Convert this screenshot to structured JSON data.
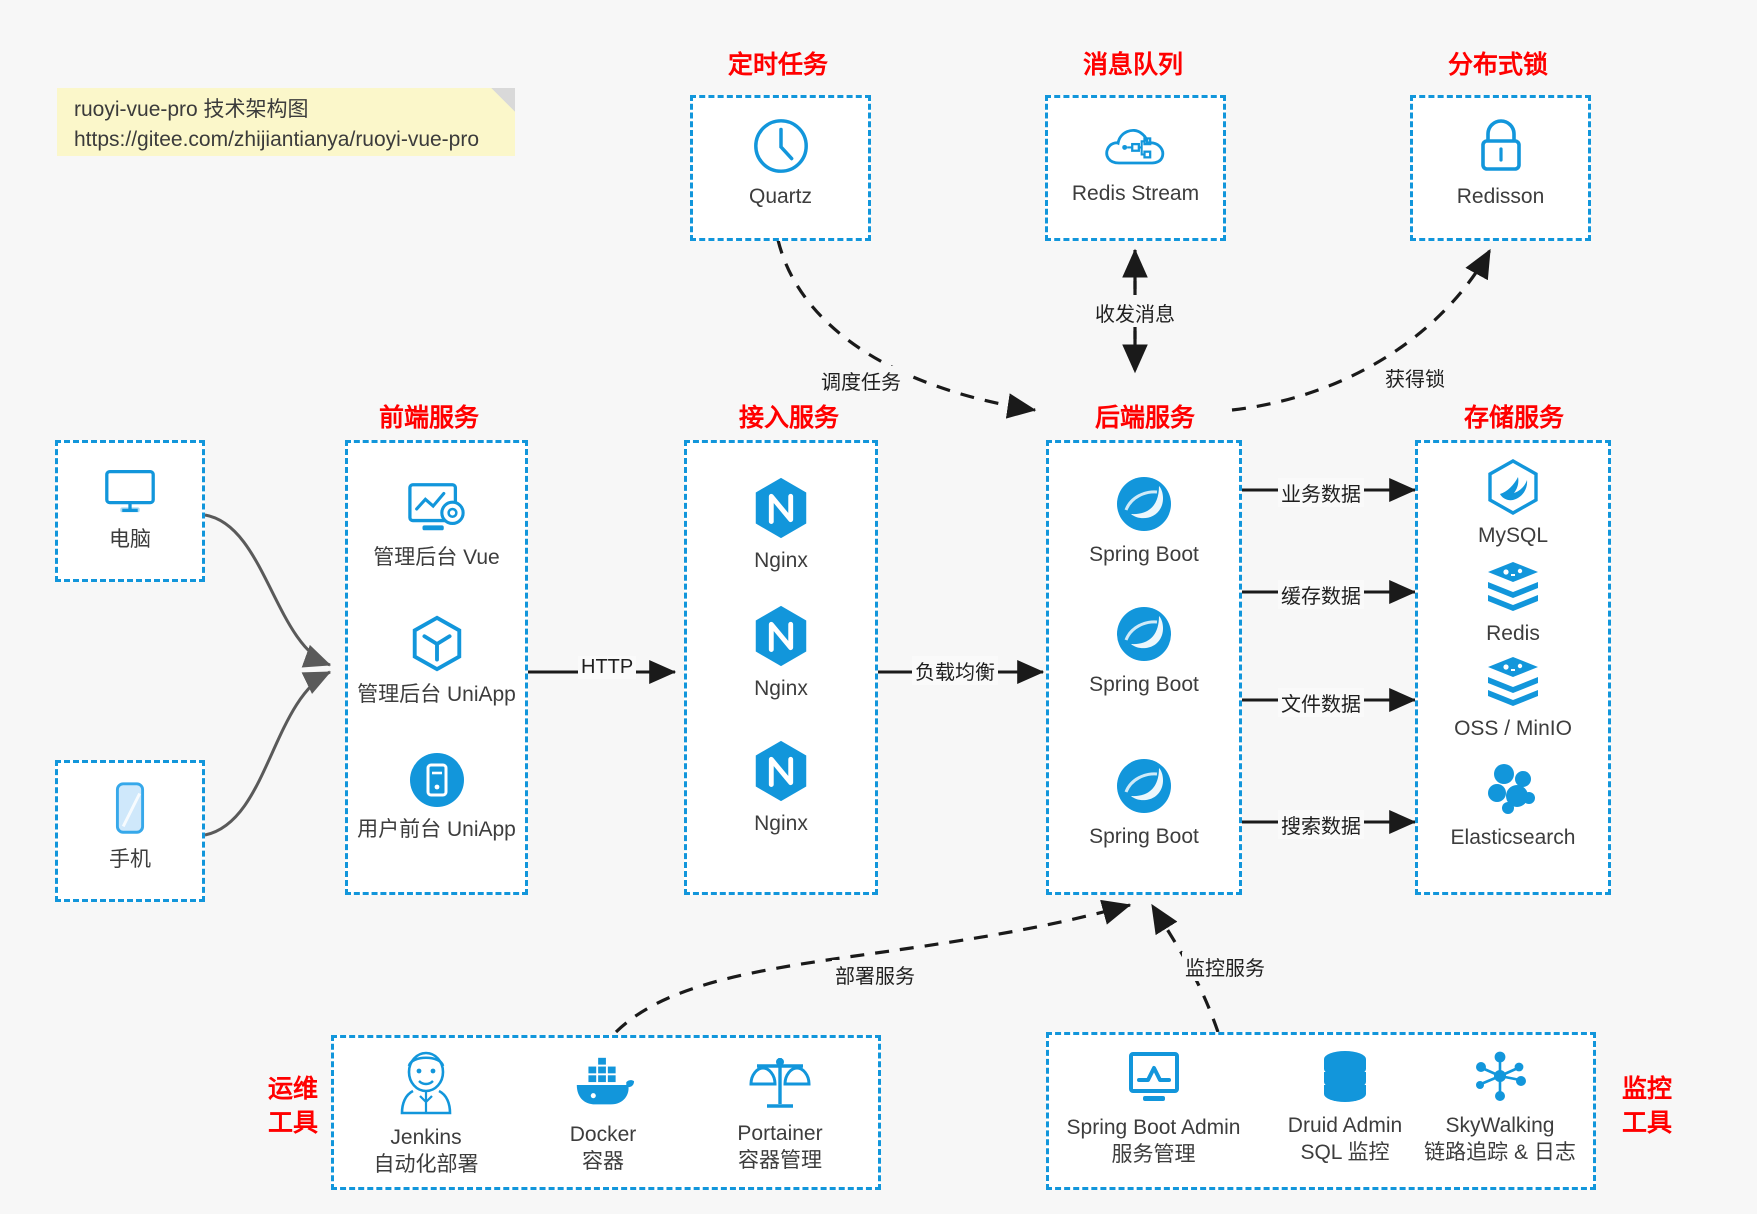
{
  "note": {
    "line1": "ruoyi-vue-pro 技术架构图",
    "line2": "https://gitee.com/zhijiantianya/ruoyi-vue-pro"
  },
  "colors": {
    "box_border": "#1296db",
    "group_title": "#ff0000",
    "icon_blue": "#1296db",
    "canvas": "#f7f7f7",
    "note_bg": "#fbf7ca"
  },
  "groups": {
    "scheduler": {
      "title": "定时任务",
      "nodes": [
        {
          "label": "Quartz",
          "icon": "clock-icon"
        }
      ]
    },
    "mq": {
      "title": "消息队列",
      "nodes": [
        {
          "label": "Redis Stream",
          "icon": "cloud-network-icon"
        }
      ]
    },
    "lock": {
      "title": "分布式锁",
      "nodes": [
        {
          "label": "Redisson",
          "icon": "lock-icon"
        }
      ]
    },
    "clients": {
      "pc": {
        "label": "电脑",
        "icon": "desktop-monitor-icon"
      },
      "mobile": {
        "label": "手机",
        "icon": "smartphone-icon"
      }
    },
    "frontend": {
      "title": "前端服务",
      "nodes": [
        {
          "label": "管理后台 Vue",
          "icon": "dashboard-gear-icon"
        },
        {
          "label": "管理后台 UniApp",
          "icon": "cube-hex-icon"
        },
        {
          "label": "用户前台 UniApp",
          "icon": "mobile-circle-icon"
        }
      ]
    },
    "gateway": {
      "title": "接入服务",
      "nodes": [
        {
          "label": "Nginx",
          "icon": "nginx-icon"
        },
        {
          "label": "Nginx",
          "icon": "nginx-icon"
        },
        {
          "label": "Nginx",
          "icon": "nginx-icon"
        }
      ]
    },
    "backend": {
      "title": "后端服务",
      "nodes": [
        {
          "label": "Spring Boot",
          "icon": "spring-leaf-icon"
        },
        {
          "label": "Spring Boot",
          "icon": "spring-leaf-icon"
        },
        {
          "label": "Spring Boot",
          "icon": "spring-leaf-icon"
        }
      ]
    },
    "storage": {
      "title": "存储服务",
      "nodes": [
        {
          "label": "MySQL",
          "icon": "mysql-dolphin-icon"
        },
        {
          "label": "Redis",
          "icon": "redis-stack-icon"
        },
        {
          "label": "OSS / MinIO",
          "icon": "redis-stack-icon"
        },
        {
          "label": "Elasticsearch",
          "icon": "elasticsearch-icon"
        }
      ]
    },
    "devops": {
      "title_line1": "运维",
      "title_line2": "工具",
      "nodes": [
        {
          "label": "Jenkins",
          "sub": "自动化部署",
          "icon": "jenkins-butler-icon"
        },
        {
          "label": "Docker",
          "sub": "容器",
          "icon": "docker-whale-icon"
        },
        {
          "label": "Portainer",
          "sub": "容器管理",
          "icon": "scales-balance-icon"
        }
      ]
    },
    "monitor": {
      "title_line1": "监控",
      "title_line2": "工具",
      "nodes": [
        {
          "label": "Spring Boot Admin",
          "sub": "服务管理",
          "icon": "monitor-chart-icon"
        },
        {
          "label": "Druid Admin",
          "sub": "SQL 监控",
          "icon": "database-cylinder-icon"
        },
        {
          "label": "SkyWalking",
          "sub": "链路追踪 & 日志",
          "icon": "network-nodes-icon"
        }
      ]
    }
  },
  "edges": {
    "http": "HTTP",
    "load_balance": "负载均衡",
    "schedule_task": "调度任务",
    "send_receive_message": "收发消息",
    "acquire_lock": "获得锁",
    "business_data": "业务数据",
    "cache_data": "缓存数据",
    "file_data": "文件数据",
    "search_data": "搜索数据",
    "deploy_service": "部署服务",
    "monitor_service": "监控服务"
  }
}
